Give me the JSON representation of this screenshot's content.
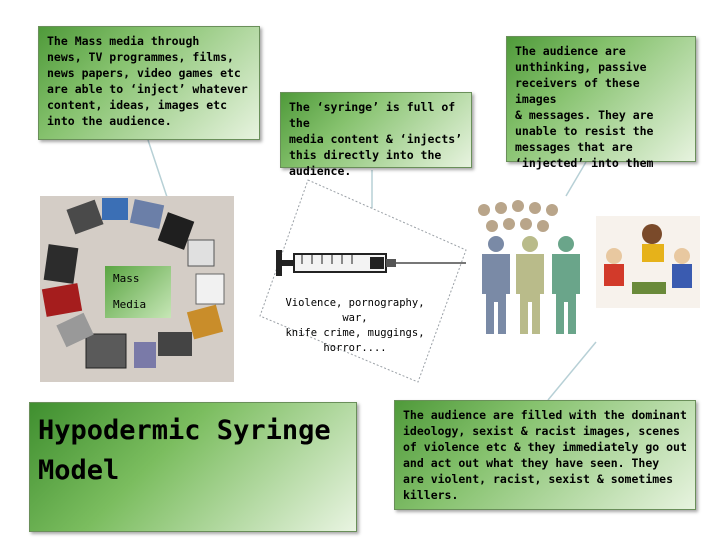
{
  "notes": {
    "mass_media": "The Mass media through\nnews, TV programmes, films,\nnews papers, video games etc\nare able to ‘inject’ whatever\ncontent, ideas, images etc\ninto the audience.",
    "syringe": "The ‘syringe’ is full of the\nmedia content & ‘injects’\nthis directly into the\naudience.",
    "passive": "The audience are\nunthinking, passive\nreceivers of these images\n& messages.  They are\nunable to resist the\nmessages that are\n‘injected’ into them",
    "filled": "The audience are filled with the dominant\nideology, sexist & racist images, scenes\nof violence etc & they immediately go out\nand act out what they have seen.  They\nare violent, racist, sexist & sometimes\nkillers."
  },
  "title": "Hypodermic Syringe\nModel",
  "mass_media_label": {
    "line1": "Mass",
    "line2": "Media"
  },
  "syringe_caption": "Violence, pornography, war,\nknife crime, muggings,\nhorror....",
  "colors": {
    "box_green": "#4f9a3a",
    "figure_blue": "#7a8aa6",
    "figure_olive": "#b9bb8a",
    "figure_green": "#6aa58a",
    "head_tan": "#b9a58a"
  }
}
